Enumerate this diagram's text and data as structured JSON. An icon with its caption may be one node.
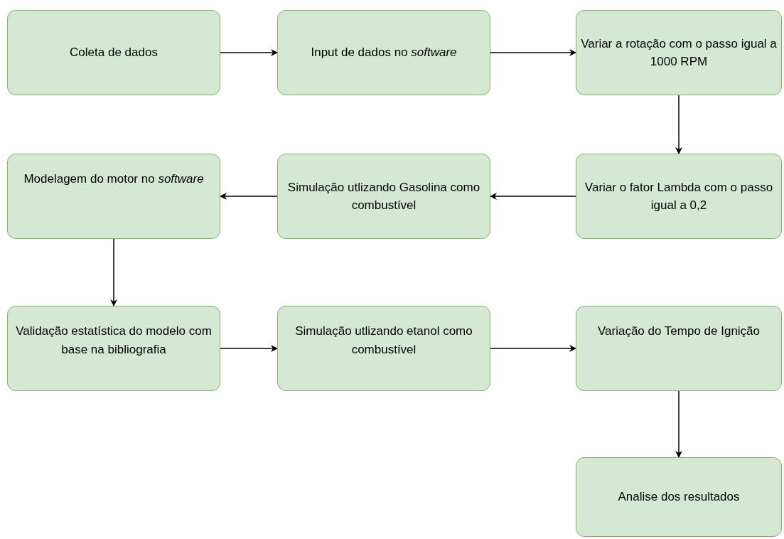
{
  "diagram": {
    "nodes": [
      {
        "text": [
          "Coleta de dados"
        ]
      },
      {
        "text": [
          "Input de dados no *software*"
        ]
      },
      {
        "text": [
          "Variar a rotação com o passo igual a 1000 RPM"
        ]
      },
      {
        "text": [
          "Variar o fator Lambda com o passo igual a 0,2"
        ]
      },
      {
        "text": [
          "Simulação utlizando Gasolina como combustível"
        ]
      },
      {
        "text": [
          "Modelagem do motor no *software*"
        ]
      },
      {
        "text": [
          "Validação estatística do modelo com base na bibliografia"
        ]
      },
      {
        "text": [
          "Simulação utlizando etanol como combustível"
        ]
      },
      {
        "text": [
          "Variação do Tempo de Ignição"
        ]
      },
      {
        "text": [
          "Analise dos resultados"
        ]
      }
    ],
    "edges": [
      {
        "from": 0,
        "to": 1,
        "arrow": "to"
      },
      {
        "from": 1,
        "to": 2,
        "arrow": "to"
      },
      {
        "from": 2,
        "to": 3,
        "arrow": "to"
      },
      {
        "from": 3,
        "to": 4,
        "arrow": "to"
      },
      {
        "from": 4,
        "to": 5,
        "arrow": "to"
      },
      {
        "from": 5,
        "to": 6,
        "arrow": "to"
      },
      {
        "from": 6,
        "to": 7,
        "arrow": "to"
      },
      {
        "from": 7,
        "to": 8,
        "arrow": "to"
      },
      {
        "from": 8,
        "to": 9,
        "arrow": "to"
      }
    ]
  }
}
